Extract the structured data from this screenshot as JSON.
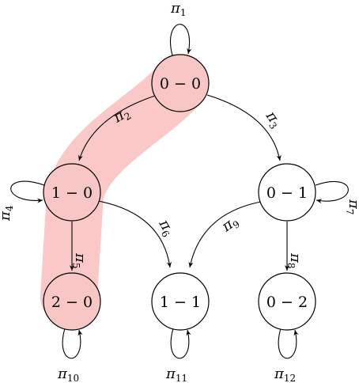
{
  "colors": {
    "highlight": "#f9c6c6",
    "path": "#fbc8c8",
    "stroke": "#000000"
  },
  "nodes": [
    {
      "id": "n00",
      "label": "0 − 0",
      "highlight": true
    },
    {
      "id": "n10",
      "label": "1 − 0",
      "highlight": true
    },
    {
      "id": "n01",
      "label": "0 − 1",
      "highlight": false
    },
    {
      "id": "n20",
      "label": "2 − 0",
      "highlight": true
    },
    {
      "id": "n11",
      "label": "1 − 1",
      "highlight": false
    },
    {
      "id": "n02",
      "label": "0 − 2",
      "highlight": false
    }
  ],
  "edges": [
    {
      "id": "e2",
      "from": "n00",
      "to": "n10",
      "base": "π",
      "sub": "2"
    },
    {
      "id": "e3",
      "from": "n00",
      "to": "n01",
      "base": "π",
      "sub": "3"
    },
    {
      "id": "e5",
      "from": "n10",
      "to": "n20",
      "base": "π",
      "sub": "5"
    },
    {
      "id": "e6",
      "from": "n10",
      "to": "n11",
      "base": "π",
      "sub": "6"
    },
    {
      "id": "e9",
      "from": "n01",
      "to": "n11",
      "base": "π",
      "sub": "9"
    },
    {
      "id": "e8",
      "from": "n01",
      "to": "n02",
      "base": "π",
      "sub": "8"
    }
  ],
  "loops": [
    {
      "id": "l1",
      "node": "n00",
      "base": "π",
      "sub": "1"
    },
    {
      "id": "l4",
      "node": "n10",
      "base": "π",
      "sub": "4"
    },
    {
      "id": "l7",
      "node": "n01",
      "base": "π",
      "sub": "7"
    },
    {
      "id": "l10",
      "node": "n20",
      "base": "π",
      "sub": "10"
    },
    {
      "id": "l11",
      "node": "n11",
      "base": "π",
      "sub": "11"
    },
    {
      "id": "l12",
      "node": "n02",
      "base": "π",
      "sub": "12"
    }
  ]
}
